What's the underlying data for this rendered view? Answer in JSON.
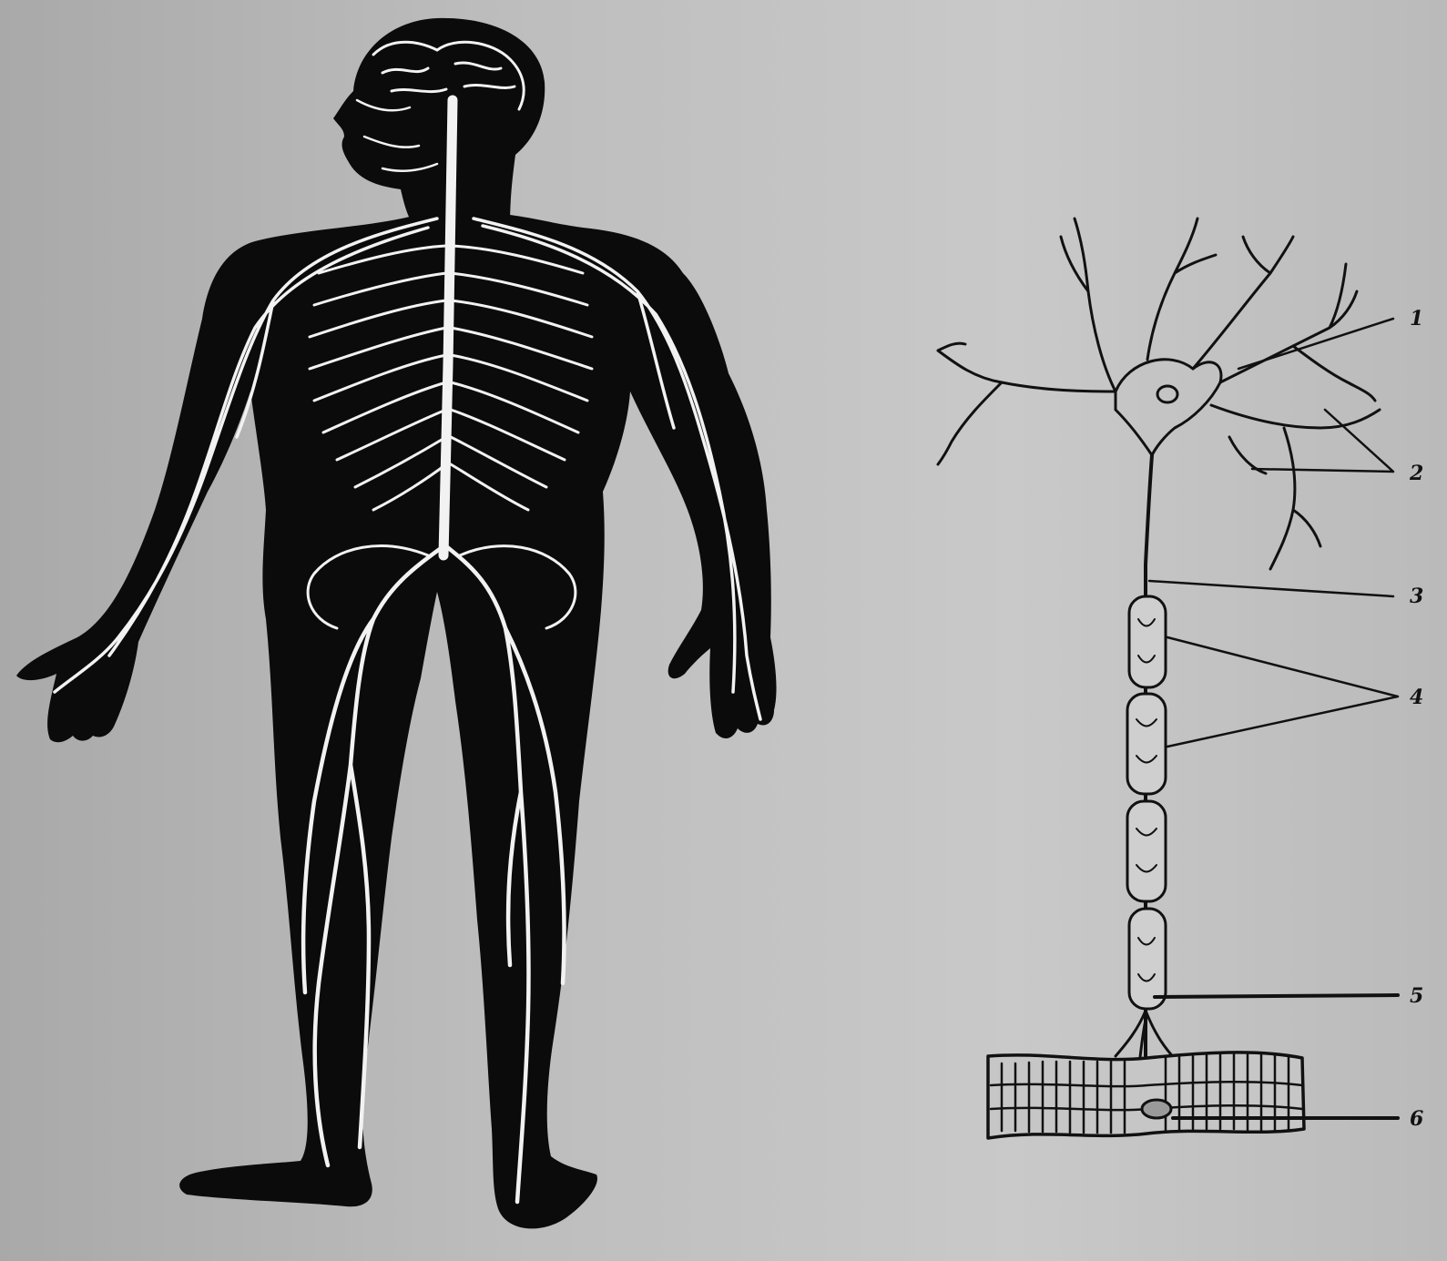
{
  "figure": {
    "paper_color": "#bcbcbc",
    "ink_color": "#0b0b0b",
    "nerve_color": "#f2f2f2"
  },
  "callouts": [
    {
      "label": "1"
    },
    {
      "label": "2"
    },
    {
      "label": "3"
    },
    {
      "label": "4"
    },
    {
      "label": "5"
    },
    {
      "label": "6"
    }
  ]
}
